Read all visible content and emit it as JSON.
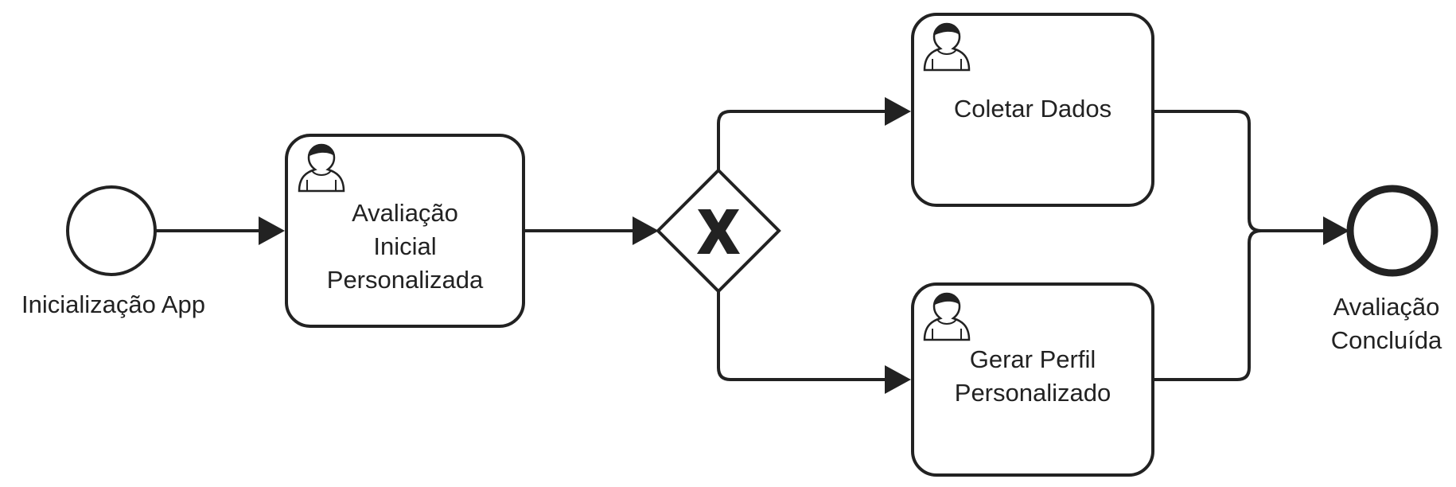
{
  "diagram": {
    "start_event": {
      "label": "Inicialização App"
    },
    "tasks": {
      "initial": {
        "label_lines": [
          "Avaliação",
          "Inicial",
          "Personalizada"
        ],
        "type": "user-task"
      },
      "collect": {
        "label_lines": [
          "Coletar Dados"
        ],
        "type": "user-task"
      },
      "profile": {
        "label_lines": [
          "Gerar Perfil",
          "Personalizado"
        ],
        "type": "user-task"
      }
    },
    "gateway": {
      "type": "exclusive",
      "marker": "X"
    },
    "end_event": {
      "label_lines": [
        "Avaliação",
        "Concluída"
      ]
    }
  },
  "colors": {
    "stroke": "#222222",
    "background": "#ffffff"
  }
}
